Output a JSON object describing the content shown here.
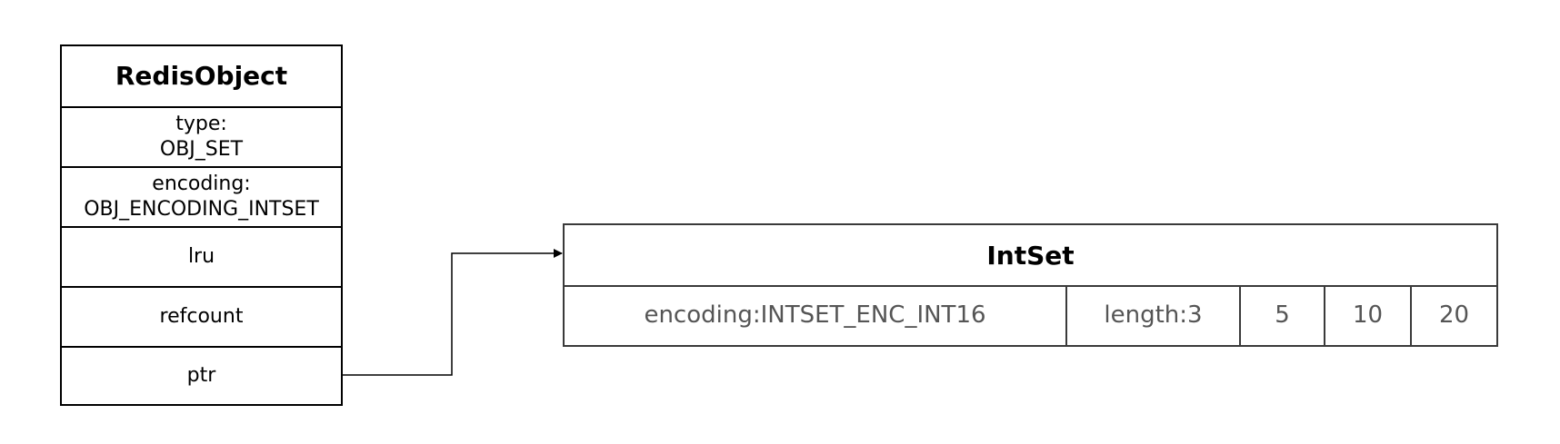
{
  "redis_object": {
    "title": "RedisObject",
    "type_label": "type:",
    "type_value": "OBJ_SET",
    "encoding_label": "encoding:",
    "encoding_value": "OBJ_ENCODING_INTSET",
    "lru": "lru",
    "refcount": "refcount",
    "ptr": "ptr"
  },
  "intset": {
    "title": "IntSet",
    "encoding": "encoding:INTSET_ENC_INT16",
    "length": "length:3",
    "values": [
      "5",
      "10",
      "20"
    ]
  }
}
